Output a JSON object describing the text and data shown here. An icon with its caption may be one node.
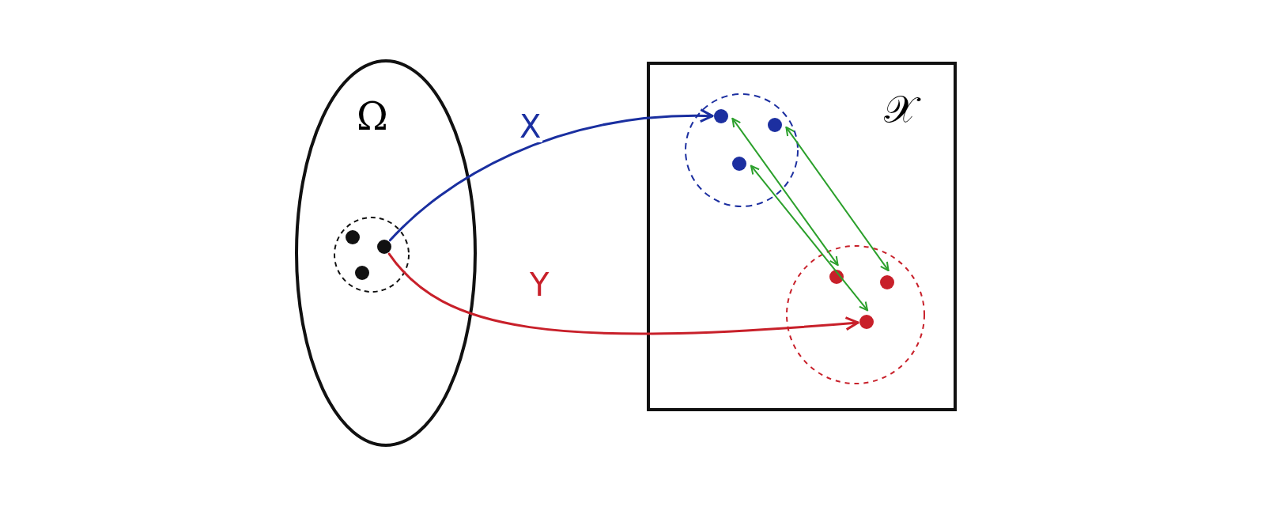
{
  "diagram": {
    "nodes": [
      {
        "text": [
          "Ω"
        ]
      },
      {
        "text": [],
        "shape": "circle",
        "in": 0
      },
      {
        "text": [],
        "shape": "circle",
        "in": 1
      },
      {
        "text": [],
        "shape": "circle",
        "in": 1
      },
      {
        "text": [],
        "shape": "circle",
        "in": 1
      },
      {
        "text": [
          "𝒳"
        ]
      },
      {
        "text": [],
        "shape": "circle",
        "in": 5
      },
      {
        "text": [],
        "shape": "circle",
        "in": 6
      },
      {
        "text": [],
        "shape": "circle",
        "in": 6
      },
      {
        "text": [],
        "shape": "circle",
        "in": 6
      },
      {
        "text": [],
        "shape": "circle",
        "in": 5
      },
      {
        "text": [],
        "shape": "circle",
        "in": 10
      },
      {
        "text": [],
        "shape": "circle",
        "in": 10
      },
      {
        "text": [],
        "shape": "circle",
        "in": 10
      }
    ],
    "edges": [
      {
        "from": 3,
        "to": 7,
        "arrow": "to",
        "label": "X",
        "color": "#1a2fa0"
      },
      {
        "from": 3,
        "to": 13,
        "arrow": "to",
        "label": "Y",
        "color": "#c8202a"
      },
      {
        "from": 7,
        "to": 11,
        "arrow": "both",
        "color": "#2ca02c"
      },
      {
        "from": 8,
        "to": 12,
        "arrow": "both",
        "color": "#2ca02c"
      },
      {
        "from": 9,
        "to": 13,
        "arrow": "both",
        "color": "#2ca02c"
      }
    ]
  }
}
